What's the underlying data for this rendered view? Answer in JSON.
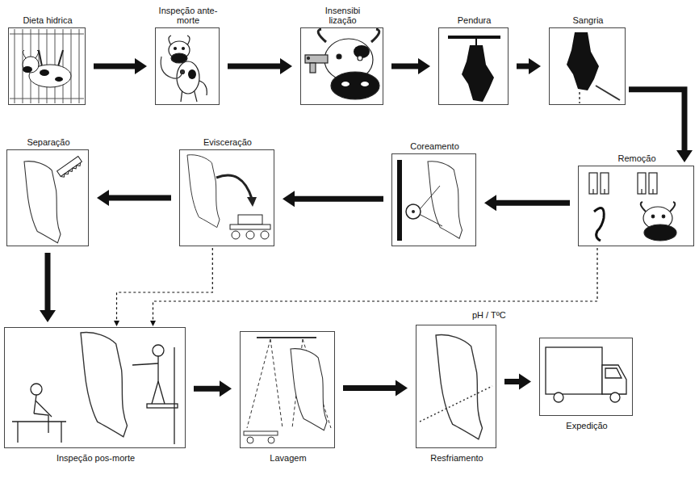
{
  "diagram": {
    "nodes": [
      {
        "text": [
          "Dieta hidrica"
        ]
      },
      {
        "text": [
          "Inspeção ante- morte"
        ]
      },
      {
        "text": [
          "Insensibi lização"
        ]
      },
      {
        "text": [
          "Pendura"
        ]
      },
      {
        "text": [
          "Sangria"
        ]
      },
      {
        "text": [
          "Remoção"
        ]
      },
      {
        "text": [
          "Coreamento"
        ]
      },
      {
        "text": [
          "Evisceração"
        ]
      },
      {
        "text": [
          "Separação"
        ]
      },
      {
        "text": [
          "Inspeção pos-morte"
        ]
      },
      {
        "text": [
          "Lavagem"
        ]
      },
      {
        "text": [
          "Resfriamento"
        ]
      },
      {
        "text": [
          "Expedição"
        ]
      }
    ],
    "edges": [
      {
        "from": 0,
        "to": 1,
        "arrow": "to"
      },
      {
        "from": 1,
        "to": 2,
        "arrow": "to"
      },
      {
        "from": 2,
        "to": 3,
        "arrow": "to"
      },
      {
        "from": 3,
        "to": 4,
        "arrow": "to"
      },
      {
        "from": 4,
        "to": 5,
        "arrow": "to"
      },
      {
        "from": 5,
        "to": 6,
        "arrow": "to"
      },
      {
        "from": 6,
        "to": 7,
        "arrow": "to"
      },
      {
        "from": 7,
        "to": 8,
        "arrow": "to"
      },
      {
        "from": 8,
        "to": 9,
        "arrow": "to"
      },
      {
        "from": 9,
        "to": 10,
        "arrow": "to"
      },
      {
        "from": 10,
        "to": 11,
        "arrow": "to"
      },
      {
        "from": 11,
        "to": 12,
        "arrow": "to"
      },
      {
        "from": 7,
        "to": 9,
        "arrow": "to"
      },
      {
        "from": 5,
        "to": 9,
        "arrow": "to"
      }
    ],
    "labels": [
      "pH / TºC"
    ]
  }
}
